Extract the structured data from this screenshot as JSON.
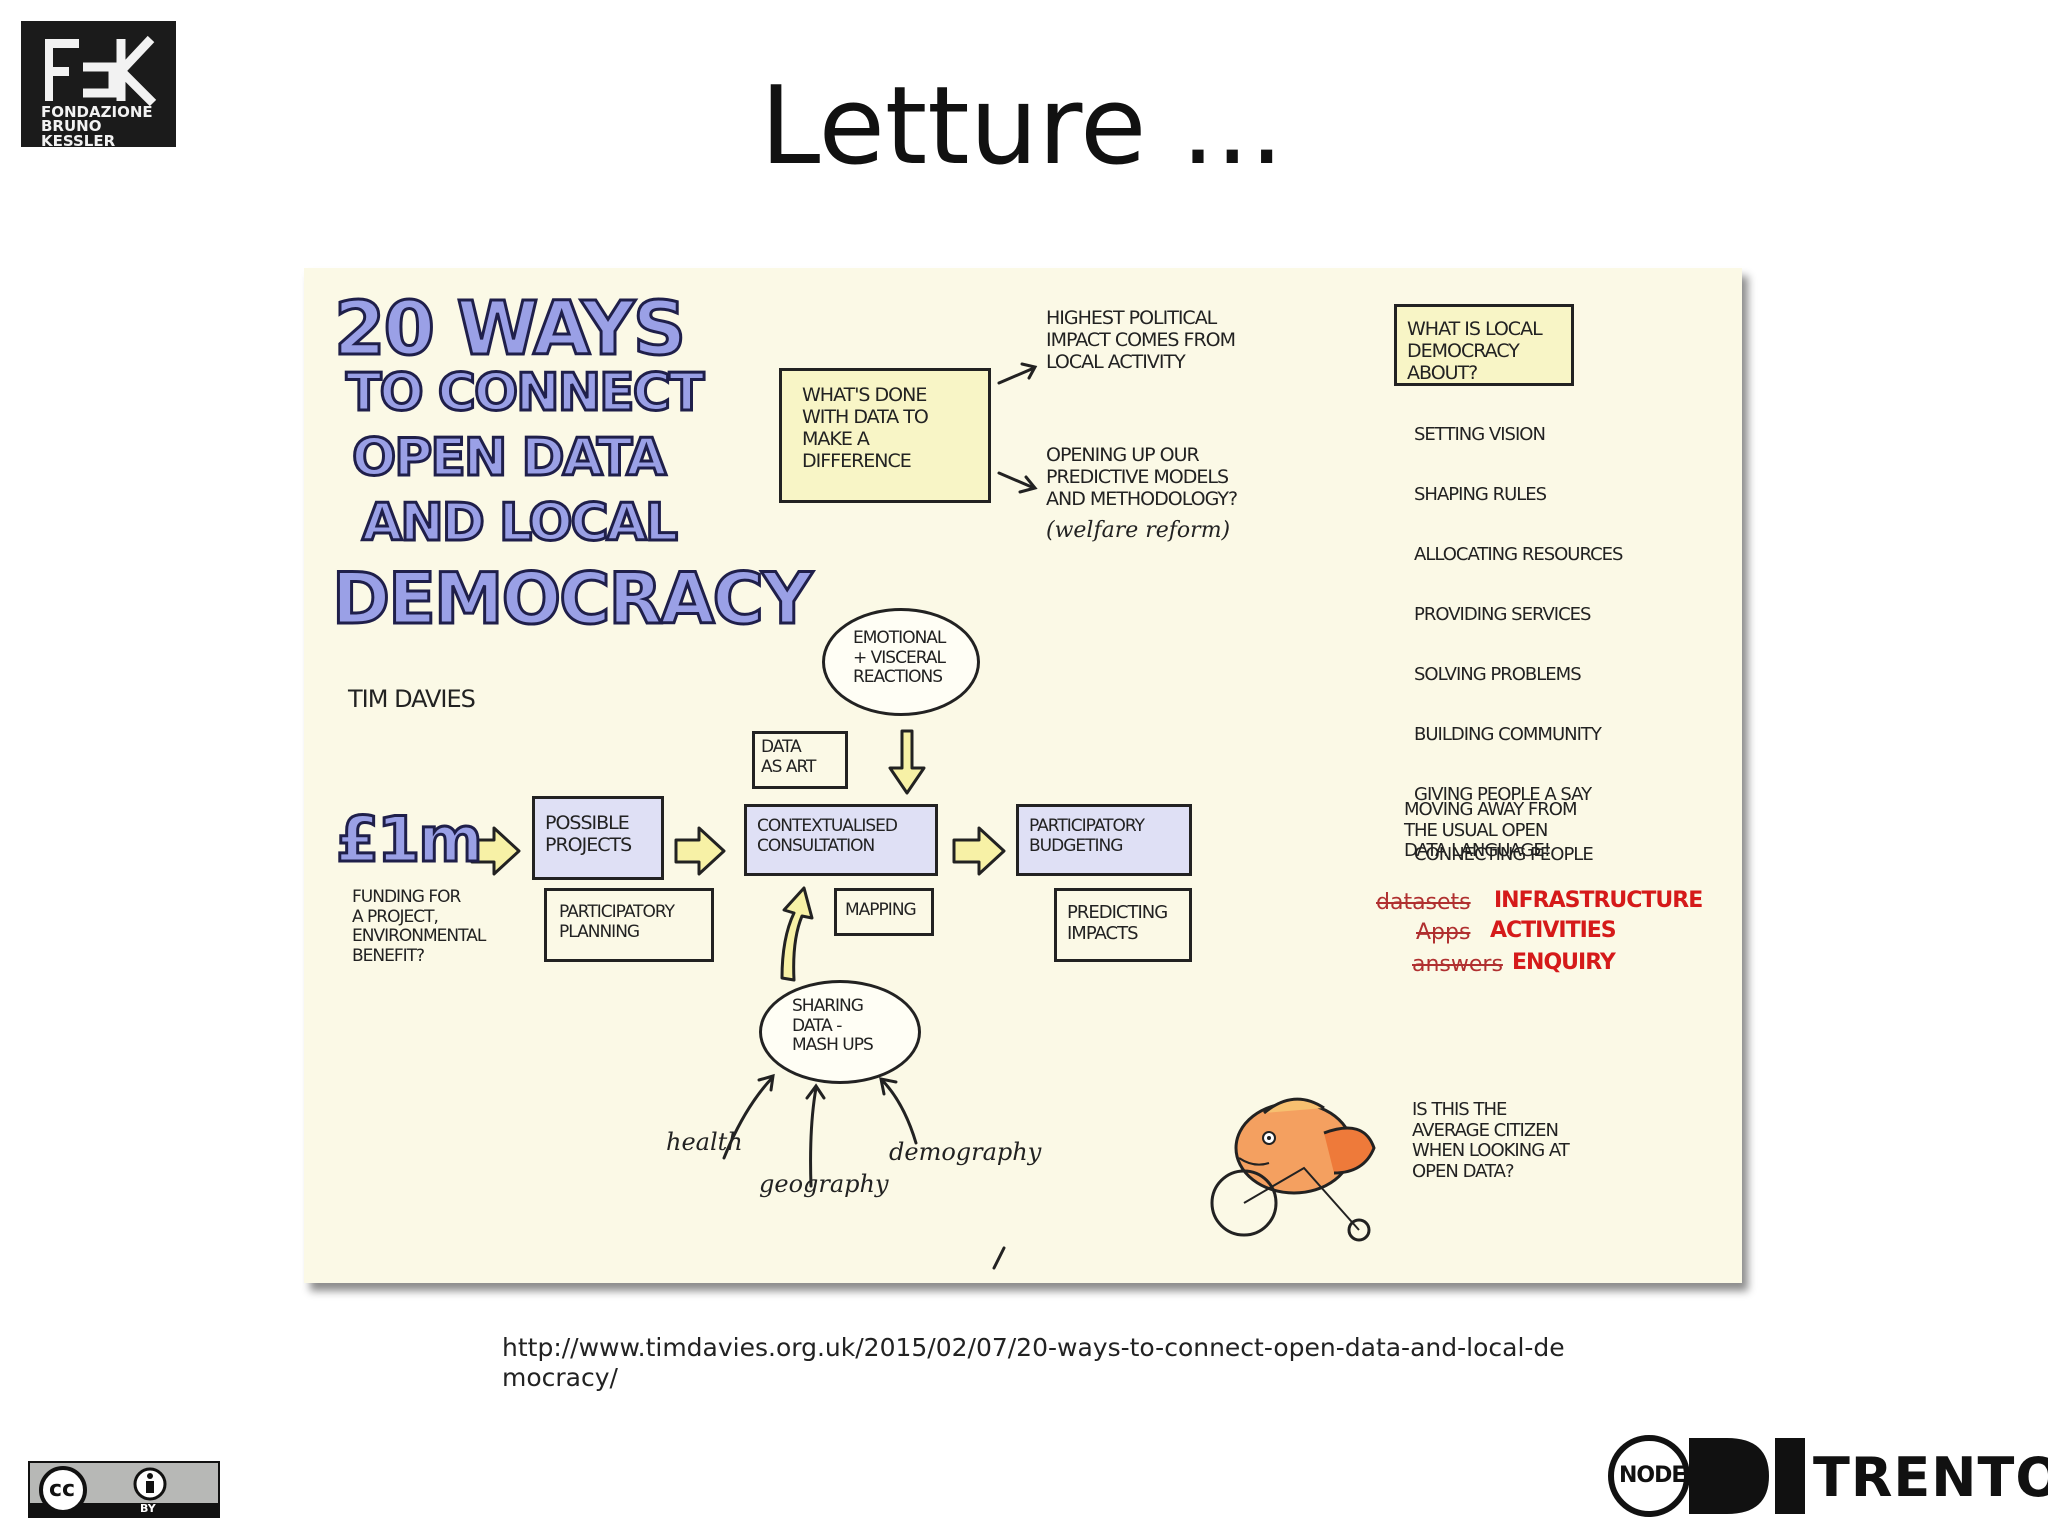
{
  "logo_fbk": {
    "mark": "FBK",
    "line1": "FONDAZIONE",
    "line2": "BRUNO KESSLER"
  },
  "title": "Letture ...",
  "sketchnote": {
    "title_lines": [
      "20 WAYS",
      "TO CONNECT",
      "OPEN DATA",
      "AND LOCAL",
      "DEMOCRACY"
    ],
    "author": "TIM DAVIES",
    "whats_done_box": "WHAT'S DONE\nWITH DATA TO\nMAKE A\nDIFFERENCE",
    "highest_impact": "HIGHEST POLITICAL\nIMPACT COMES FROM\nLOCAL ACTIVITY",
    "opening_up": "OPENING UP OUR\nPREDICTIVE MODELS\nAND METHODOLOGY?",
    "welfare": "(welfare reform)",
    "local_democracy_box": "WHAT IS LOCAL\nDEMOCRACY ABOUT?",
    "local_democracy_items": [
      "SETTING VISION",
      "SHAPING RULES",
      "ALLOCATING RESOURCES",
      "PROVIDING SERVICES",
      "SOLVING PROBLEMS",
      "BUILDING COMMUNITY",
      "GIVING PEOPLE A SAY",
      "CONNECTING PEOPLE"
    ],
    "emotional_cloud": "EMOTIONAL\n+ VISCERAL\nREACTIONS",
    "data_as_art": "DATA\nAS ART",
    "pound": "£1m",
    "funding": "FUNDING FOR\nA PROJECT,\nENVIRONMENTAL\nBENEFIT?",
    "possible_projects": "POSSIBLE\nPROJECTS",
    "participatory_planning": "PARTICIPATORY\nPLANNING",
    "contextualised": "CONTEXTUALISED\nCONSULTATION",
    "mapping": "MAPPING",
    "participatory_budgeting": "PARTICIPATORY\nBUDGETING",
    "predicting_impacts": "PREDICTING\nIMPACTS",
    "sharing_cloud": "SHARING\nDATA -\nMASH UPS",
    "sources": {
      "health": "health",
      "geography": "geography",
      "demography": "demography"
    },
    "moving_away": "MOVING AWAY FROM\nTHE USUAL OPEN\nDATA LANGUAGE!",
    "replacements": [
      {
        "old": "datasets",
        "new": "INFRASTRUCTURE"
      },
      {
        "old": "Apps",
        "new": "ACTIVITIES"
      },
      {
        "old": "answers",
        "new": "ENQUIRY"
      }
    ],
    "fish_question": "IS THIS THE\nAVERAGE CITIZEN\nWHEN LOOKING AT\nOPEN DATA?"
  },
  "source_url": "http://www.timdavies.org.uk/2015/02/07/20-ways-to-connect-open-data-and-local-democracy/",
  "cc_badge": {
    "cc": "cc",
    "by": "BY"
  },
  "node_logo": {
    "node": "NODE",
    "city": "TRENTO"
  }
}
